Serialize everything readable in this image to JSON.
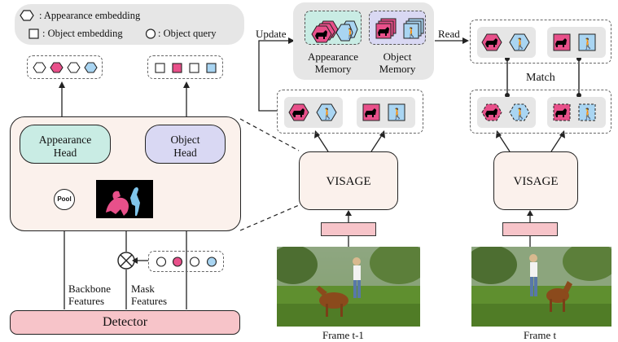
{
  "legend": {
    "appearance": ": Appearance embedding",
    "object": ": Object embedding",
    "query": ": Object query"
  },
  "heads": {
    "appearance": "Appearance Head",
    "object": "Object Head"
  },
  "pool": "Pool",
  "detector": "Detector",
  "backbone_label": "Backbone Features",
  "mask_label": "Mask Features",
  "visage": "VISAGE",
  "memory": {
    "appearance": "Appearance Memory",
    "object": "Object Memory"
  },
  "update": "Update",
  "read": "Read",
  "match": "Match",
  "frames": {
    "prev": "Frame t-1",
    "curr": "Frame t"
  },
  "colors": {
    "pink": "#e8508a",
    "blue": "#a9d5f2",
    "teal": "#c9ece4",
    "lavender": "#d9d8f3",
    "panel": "#fbf1ec",
    "detector": "#f7c4c9"
  }
}
